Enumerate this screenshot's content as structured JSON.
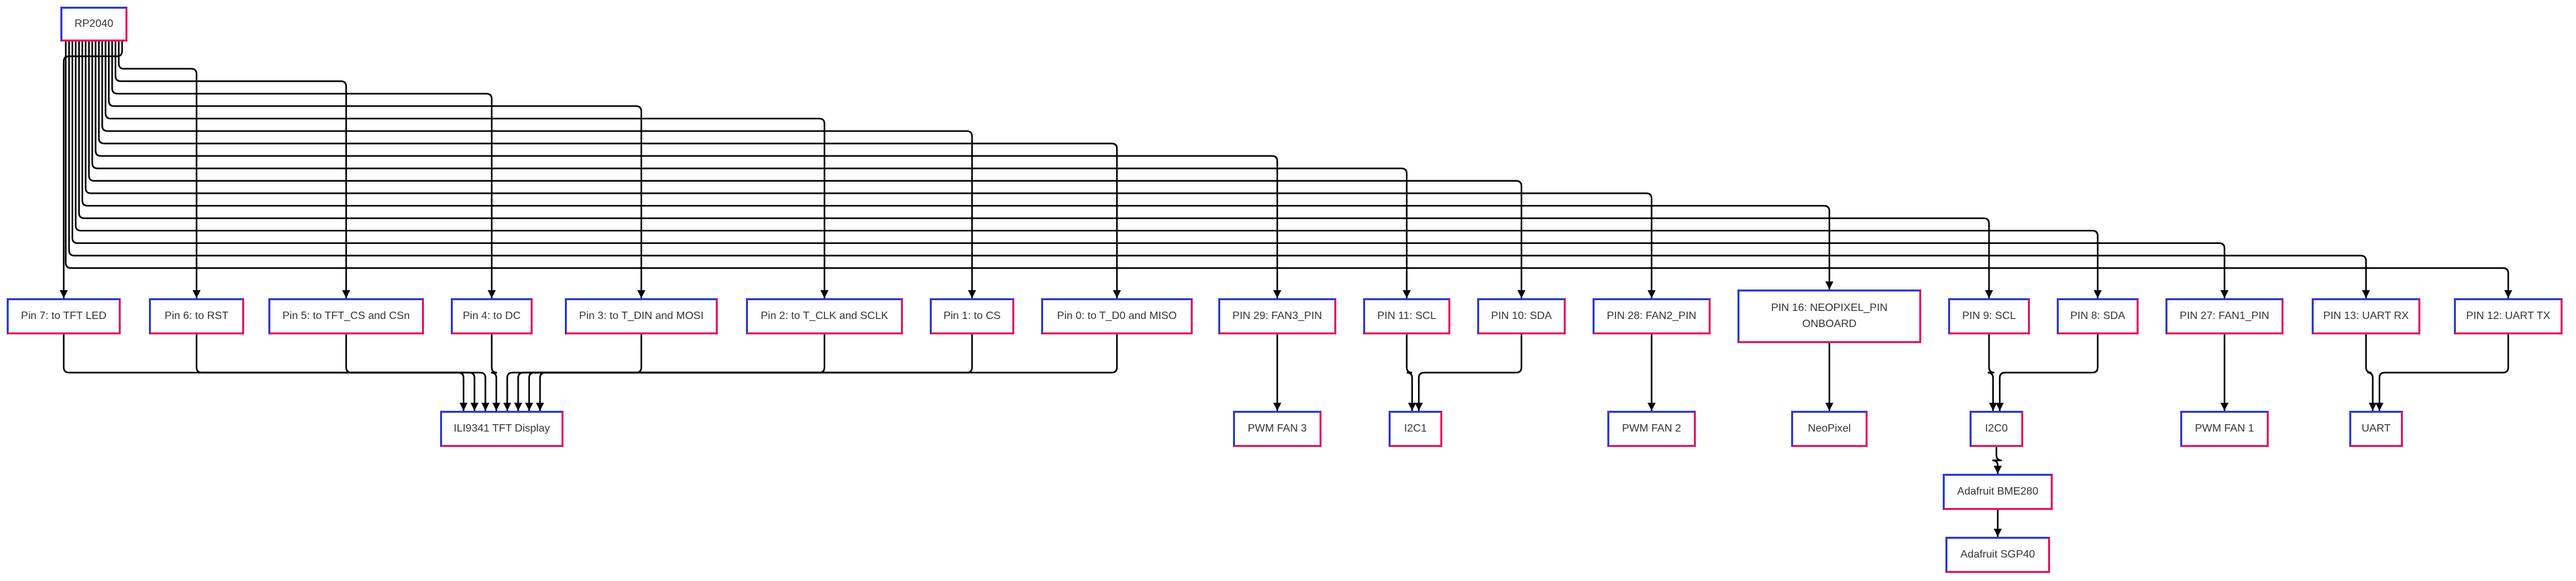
{
  "colors": {
    "box_left": "#2f3bd6",
    "box_right": "#e8175d",
    "wire": "#000000"
  },
  "nodes": {
    "rp2040": "RP2040",
    "pin7": "Pin 7: to TFT LED",
    "pin6": "Pin 6: to RST",
    "pin5": "Pin 5: to TFT_CS and CSn",
    "pin4": "Pin 4: to DC",
    "pin3": "Pin 3: to T_DIN and MOSI",
    "pin2": "Pin 2: to T_CLK and SCLK",
    "pin1": "Pin 1: to CS",
    "pin0": "Pin 0: to T_D0 and MISO",
    "pin29": "PIN 29: FAN3_PIN",
    "pin11": "PIN 11: SCL",
    "pin10": "PIN 10: SDA",
    "pin28": "PIN 28: FAN2_PIN",
    "pin16": "PIN 16: NEOPIXEL_PIN ONBOARD",
    "pin9": "PIN 9: SCL",
    "pin8": "PIN 8: SDA",
    "pin27": "PIN 27: FAN1_PIN",
    "pin13": "PIN 13: UART RX",
    "pin12": "PIN 12: UART TX",
    "tft": "ILI9341 TFT Display",
    "fan3": "PWM FAN 3",
    "i2c1": "I2C1",
    "fan2": "PWM FAN 2",
    "neopixel": "NeoPixel",
    "i2c0": "I2C0",
    "fan1": "PWM FAN 1",
    "uart": "UART",
    "bme280": "Adafruit BME280",
    "sgp40": "Adafruit SGP40"
  },
  "edges": [
    [
      "rp2040",
      "pin7"
    ],
    [
      "rp2040",
      "pin6"
    ],
    [
      "rp2040",
      "pin5"
    ],
    [
      "rp2040",
      "pin4"
    ],
    [
      "rp2040",
      "pin3"
    ],
    [
      "rp2040",
      "pin2"
    ],
    [
      "rp2040",
      "pin1"
    ],
    [
      "rp2040",
      "pin0"
    ],
    [
      "rp2040",
      "pin29"
    ],
    [
      "rp2040",
      "pin11"
    ],
    [
      "rp2040",
      "pin10"
    ],
    [
      "rp2040",
      "pin28"
    ],
    [
      "rp2040",
      "pin16"
    ],
    [
      "rp2040",
      "pin9"
    ],
    [
      "rp2040",
      "pin8"
    ],
    [
      "rp2040",
      "pin27"
    ],
    [
      "rp2040",
      "pin13"
    ],
    [
      "rp2040",
      "pin12"
    ],
    [
      "pin7",
      "tft"
    ],
    [
      "pin6",
      "tft"
    ],
    [
      "pin5",
      "tft"
    ],
    [
      "pin4",
      "tft"
    ],
    [
      "pin3",
      "tft"
    ],
    [
      "pin2",
      "tft"
    ],
    [
      "pin1",
      "tft"
    ],
    [
      "pin0",
      "tft"
    ],
    [
      "pin29",
      "fan3"
    ],
    [
      "pin11",
      "i2c1"
    ],
    [
      "pin10",
      "i2c1"
    ],
    [
      "pin28",
      "fan2"
    ],
    [
      "pin16",
      "neopixel"
    ],
    [
      "pin9",
      "i2c0"
    ],
    [
      "pin8",
      "i2c0"
    ],
    [
      "pin27",
      "fan1"
    ],
    [
      "pin13",
      "uart"
    ],
    [
      "pin12",
      "uart"
    ],
    [
      "i2c0",
      "bme280"
    ],
    [
      "bme280",
      "sgp40"
    ]
  ]
}
